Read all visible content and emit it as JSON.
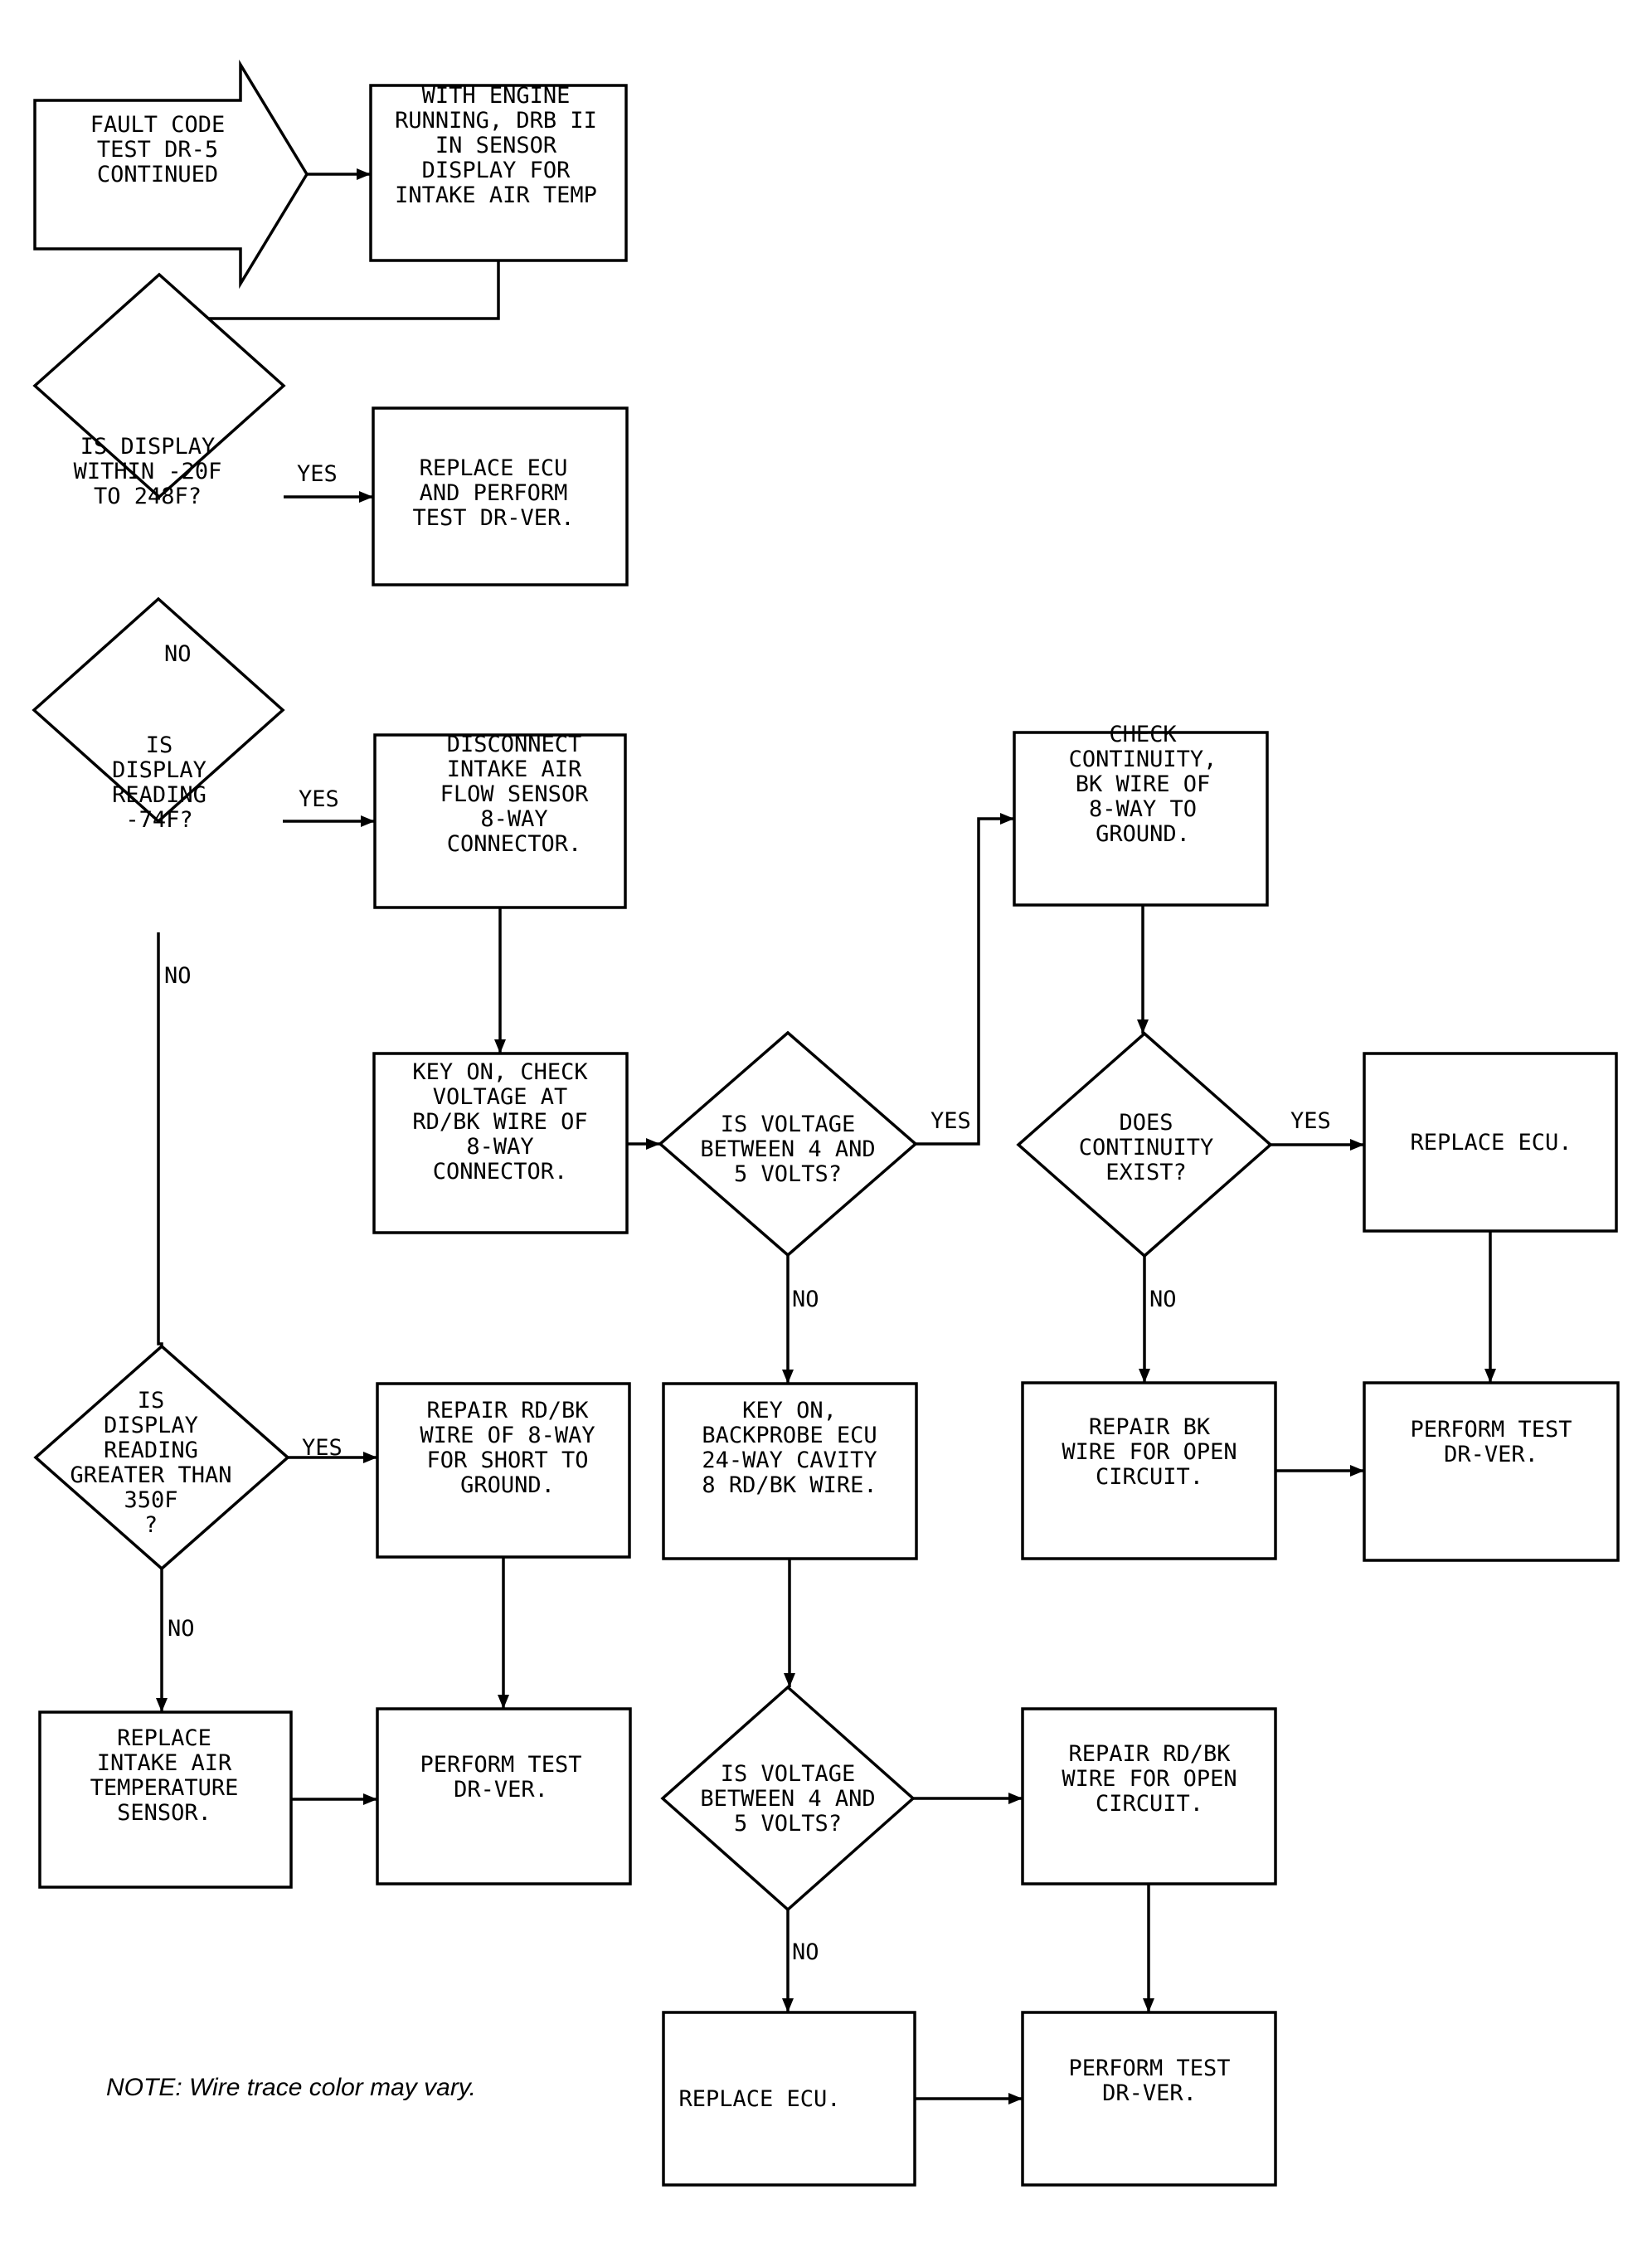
{
  "nodes": {
    "start": {
      "shape": "arrow",
      "lines": [
        "FAULT CODE",
        "TEST DR-5",
        "CONTINUED"
      ]
    },
    "n1": {
      "shape": "box",
      "lines": [
        "WITH ENGINE",
        "RUNNING, DRB II",
        "IN SENSOR",
        "DISPLAY FOR",
        "INTAKE AIR TEMP"
      ]
    },
    "d1": {
      "shape": "diamond",
      "lines": [
        "IS DISPLAY",
        "WITHIN -20F",
        "TO 248F?"
      ]
    },
    "r1": {
      "shape": "box",
      "lines": [
        "REPLACE ECU",
        "AND PERFORM",
        "TEST DR-VER."
      ]
    },
    "d2": {
      "shape": "diamond",
      "lines": [
        "IS",
        "DISPLAY",
        "READING",
        "-74F?"
      ]
    },
    "n2": {
      "shape": "box",
      "lines": [
        "DISCONNECT",
        "INTAKE AIR",
        "FLOW SENSOR",
        "8-WAY",
        "CONNECTOR."
      ]
    },
    "n3": {
      "shape": "box",
      "lines": [
        "KEY ON, CHECK",
        "VOLTAGE AT",
        "RD/BK WIRE OF",
        "8-WAY",
        "CONNECTOR."
      ]
    },
    "d3": {
      "shape": "diamond",
      "lines": [
        "IS VOLTAGE",
        "BETWEEN 4 AND",
        "5 VOLTS?"
      ]
    },
    "n4": {
      "shape": "box",
      "lines": [
        "CHECK",
        "CONTINUITY,",
        "BK WIRE OF",
        "8-WAY TO",
        "GROUND."
      ]
    },
    "d4": {
      "shape": "diamond",
      "lines": [
        "DOES",
        "CONTINUITY",
        "EXIST?"
      ]
    },
    "r2": {
      "shape": "box",
      "lines": [
        "REPLACE ECU."
      ]
    },
    "d5": {
      "shape": "diamond",
      "lines": [
        "IS",
        "DISPLAY",
        "READING",
        "GREATER THAN",
        "350F",
        "?"
      ]
    },
    "r3": {
      "shape": "box",
      "lines": [
        "REPAIR RD/BK",
        "WIRE OF 8-WAY",
        "FOR SHORT TO",
        "GROUND."
      ]
    },
    "n5": {
      "shape": "box",
      "lines": [
        "KEY ON,",
        "BACKPROBE ECU",
        "24-WAY CAVITY",
        "8 RD/BK WIRE."
      ]
    },
    "r4": {
      "shape": "box",
      "lines": [
        "REPAIR BK",
        "WIRE FOR OPEN",
        "CIRCUIT."
      ]
    },
    "p1": {
      "shape": "box",
      "lines": [
        "PERFORM TEST",
        "DR-VER."
      ]
    },
    "r5": {
      "shape": "box",
      "lines": [
        "REPLACE",
        "INTAKE AIR",
        "TEMPERATURE",
        "SENSOR."
      ]
    },
    "p2": {
      "shape": "box",
      "lines": [
        "PERFORM TEST",
        "DR-VER."
      ]
    },
    "d6": {
      "shape": "diamond",
      "lines": [
        "IS VOLTAGE",
        "BETWEEN 4 AND",
        "5 VOLTS?"
      ]
    },
    "r6": {
      "shape": "box",
      "lines": [
        "REPAIR RD/BK",
        "WIRE FOR OPEN",
        "CIRCUIT."
      ]
    },
    "r7": {
      "shape": "box",
      "lines": [
        "REPLACE ECU."
      ]
    },
    "p3": {
      "shape": "box",
      "lines": [
        "PERFORM TEST",
        "DR-VER."
      ]
    }
  },
  "edges": [
    {
      "id": "e1",
      "from": "start",
      "to": "n1",
      "label": ""
    },
    {
      "id": "e2",
      "from": "n1",
      "to": "d1",
      "label": ""
    },
    {
      "id": "e3",
      "from": "d1",
      "to": "r1",
      "label": "YES"
    },
    {
      "id": "e4",
      "from": "d1",
      "to": "d2",
      "label": "NO"
    },
    {
      "id": "e5",
      "from": "d2",
      "to": "n2",
      "label": "YES"
    },
    {
      "id": "e6",
      "from": "d2",
      "to": "d5",
      "label": "NO"
    },
    {
      "id": "e7",
      "from": "n2",
      "to": "n3",
      "label": ""
    },
    {
      "id": "e8",
      "from": "n3",
      "to": "d3",
      "label": ""
    },
    {
      "id": "e9",
      "from": "d3",
      "to": "n4",
      "label": "YES"
    },
    {
      "id": "e10",
      "from": "d3",
      "to": "n5",
      "label": "NO"
    },
    {
      "id": "e11",
      "from": "n4",
      "to": "d4",
      "label": ""
    },
    {
      "id": "e12",
      "from": "d4",
      "to": "r2",
      "label": "YES"
    },
    {
      "id": "e13",
      "from": "d4",
      "to": "r4",
      "label": "NO"
    },
    {
      "id": "e14",
      "from": "r2",
      "to": "p1",
      "label": ""
    },
    {
      "id": "e15",
      "from": "r4",
      "to": "p1",
      "label": ""
    },
    {
      "id": "e16",
      "from": "d5",
      "to": "r3",
      "label": "YES"
    },
    {
      "id": "e17",
      "from": "d5",
      "to": "r5",
      "label": "NO"
    },
    {
      "id": "e18",
      "from": "r3",
      "to": "p2",
      "label": ""
    },
    {
      "id": "e19",
      "from": "r5",
      "to": "p2",
      "label": ""
    },
    {
      "id": "e20",
      "from": "n5",
      "to": "d6",
      "label": ""
    },
    {
      "id": "e21",
      "from": "d6",
      "to": "r6",
      "label": ""
    },
    {
      "id": "e22",
      "from": "d6",
      "to": "r7",
      "label": "NO"
    },
    {
      "id": "e23",
      "from": "r6",
      "to": "p3",
      "label": ""
    },
    {
      "id": "e24",
      "from": "r7",
      "to": "p3",
      "label": ""
    }
  ],
  "note": "NOTE: Wire trace color may vary."
}
